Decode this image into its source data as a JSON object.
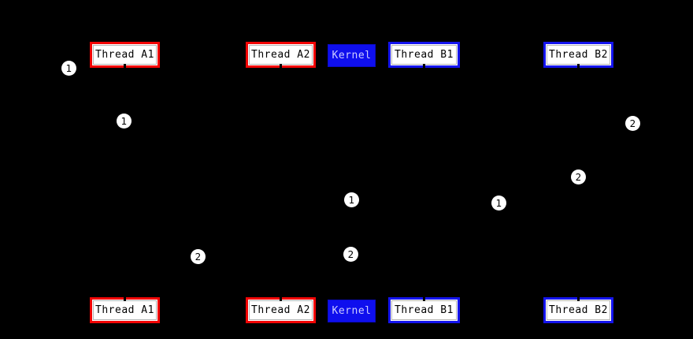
{
  "diagram": {
    "description": "Sequence diagram of threads and kernel lifelines with numbered step markers",
    "colors": {
      "background": "#000000",
      "thread_a_border": "#f20505",
      "thread_b_border": "#1414ee",
      "kernel_fill": "#0f0fee",
      "kernel_text": "#ccccff",
      "box_fill": "#ffffff",
      "box_text": "#000000",
      "marker_fill": "#ffffff",
      "marker_text": "#000000"
    },
    "top_row": [
      {
        "label": "Thread A1",
        "variant": "thread-a"
      },
      {
        "label": "Thread A2",
        "variant": "thread-a"
      },
      {
        "label": "Kernel",
        "variant": "kernel"
      },
      {
        "label": "Thread B1",
        "variant": "thread-b"
      },
      {
        "label": "Thread B2",
        "variant": "thread-b"
      }
    ],
    "bottom_row": [
      {
        "label": "Thread A1",
        "variant": "thread-a"
      },
      {
        "label": "Thread A2",
        "variant": "thread-a"
      },
      {
        "label": "Kernel",
        "variant": "kernel"
      },
      {
        "label": "Thread B1",
        "variant": "thread-b"
      },
      {
        "label": "Thread B2",
        "variant": "thread-b"
      }
    ],
    "markers": [
      {
        "label": "1"
      },
      {
        "label": "1"
      },
      {
        "label": "2"
      },
      {
        "label": "2"
      },
      {
        "label": "1"
      },
      {
        "label": "1"
      },
      {
        "label": "2"
      },
      {
        "label": "2"
      }
    ]
  }
}
